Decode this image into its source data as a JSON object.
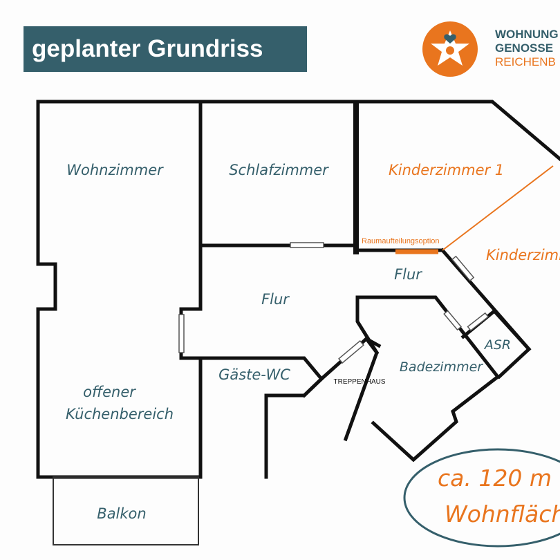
{
  "header": {
    "title": "geplanter Grundriss"
  },
  "logo": {
    "icon": "star-heart-logo-icon",
    "line1": "WOHNUNG",
    "line2": "GENOSSE",
    "line3": "REICHENB"
  },
  "rooms": {
    "wohnzimmer": "Wohnzimmer",
    "schlafzimmer": "Schlafzimmer",
    "kinderzimmer1": "Kinderzimmer 1",
    "kinderzimmer2": "Kinderzimm",
    "flur_left": "Flur",
    "flur_right": "Flur",
    "kuechen_line1": "offener",
    "kuechen_line2": "Küchenbereich",
    "gaeste_wc": "Gäste-WC",
    "badezimmer": "Badezimmer",
    "asr": "ASR",
    "balkon": "Balkon",
    "treppenhaus": "TREPPENHAUS"
  },
  "annotation": {
    "raumaufteilung": "Raumaufteilungsoption"
  },
  "area_badge": {
    "line1": "ca. 120 m",
    "line2": "Wohnfläch"
  },
  "colors": {
    "teal": "#355f6b",
    "orange": "#e9751e",
    "wall": "#111111"
  }
}
